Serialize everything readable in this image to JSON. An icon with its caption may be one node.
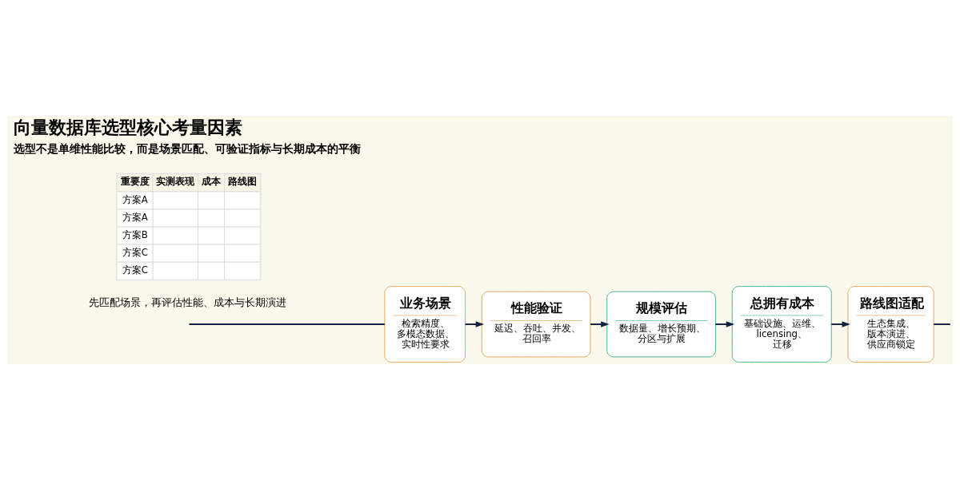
{
  "diagram": {
    "title": "向量数据库选型核心考量因素",
    "nodes": [
      {
        "text": [
          "业务场景",
          "检索精度、多模态数据、实时性要求"
        ]
      },
      {
        "text": [
          "性能验证",
          "延迟、吞吐、并发、召回率"
        ]
      },
      {
        "text": [
          "规模评估",
          "数据量、增长预期、分区与扩展"
        ]
      },
      {
        "text": [
          "总拥有成本",
          "基础设施、运维、licensing、迁移"
        ]
      },
      {
        "text": [
          "路线图适配",
          "生态集成、版本演进、供应商锁定"
        ]
      }
    ],
    "edges": [
      {
        "from": null,
        "to": 0,
        "arrow": "none"
      },
      {
        "from": 0,
        "to": 1,
        "arrow": "to"
      },
      {
        "from": 1,
        "to": 2,
        "arrow": "to"
      },
      {
        "from": 2,
        "to": 3,
        "arrow": "to"
      },
      {
        "from": 3,
        "to": 4,
        "arrow": "to"
      },
      {
        "from": 4,
        "to": null,
        "arrow": "none"
      }
    ],
    "labels": [
      "先匹配场景，再评估性能、成本与长期演进",
      "重要度",
      "实测表现",
      "成本",
      "路线图",
      "方案A",
      "方案A",
      "方案B",
      "方案C",
      "方案C",
      "选型不是单维性能比较，而是场景匹配、可验证指标与长期成本的平衡"
    ]
  }
}
